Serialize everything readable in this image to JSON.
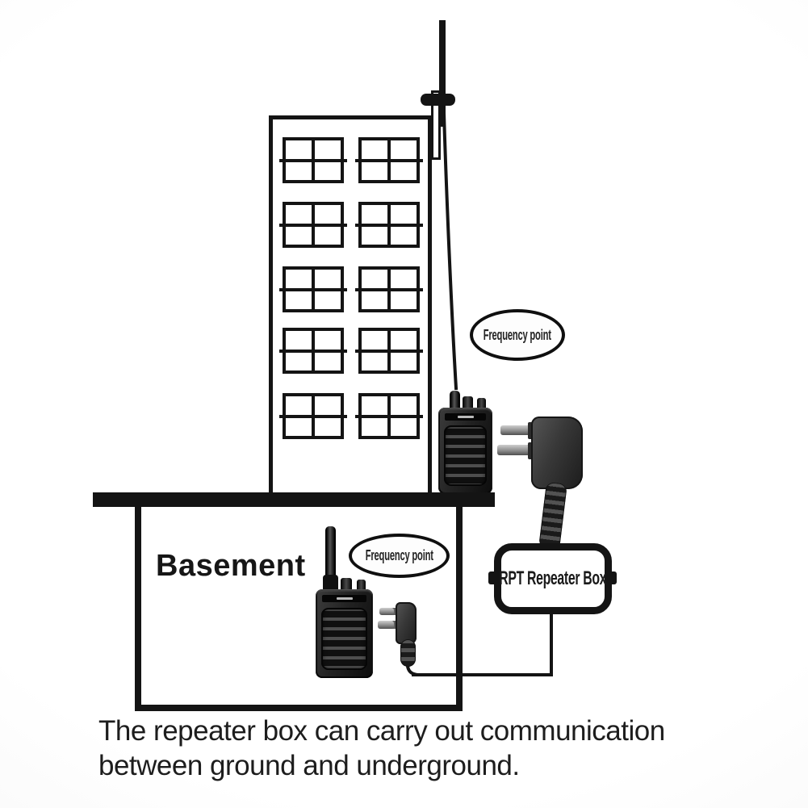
{
  "diagram": {
    "basement_label": "Basement",
    "repeater_box_label": "RPT Repeater Box",
    "callout_upper_label": "Frequency point",
    "callout_lower_label": "Frequency point",
    "caption_line1": "The repeater box can carry out communication",
    "caption_line2": "between ground and underground.",
    "building": {
      "window_rows": 5,
      "window_cols": 2
    },
    "colors": {
      "line": "#141414",
      "background": "#fcfcfc"
    }
  }
}
